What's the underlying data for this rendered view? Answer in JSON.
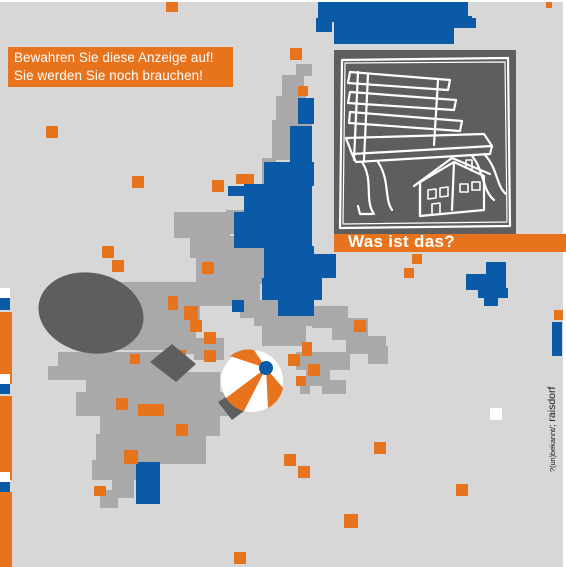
{
  "poster": {
    "notice_line_1": "Bewahren Sie diese Anzeige auf!",
    "notice_line_2": "Sie werden Sie noch brauchen!",
    "question": "Was ist das?",
    "signature_prefix": "?(un)bekannt/",
    "signature_name": "raisdorf",
    "signature_separator": ";"
  },
  "colors": {
    "background": "#d7d7d7",
    "gray_pixel": "#a9a9a9",
    "blue": "#0a5aa8",
    "orange": "#e8731d",
    "dark_gray": "#5f5e5e",
    "white": "#ffffff"
  },
  "icons": {
    "illustration": "bench-with-house-sketch",
    "ball": "beach-ball-icon",
    "dish": "satellite-dish-icon"
  }
}
